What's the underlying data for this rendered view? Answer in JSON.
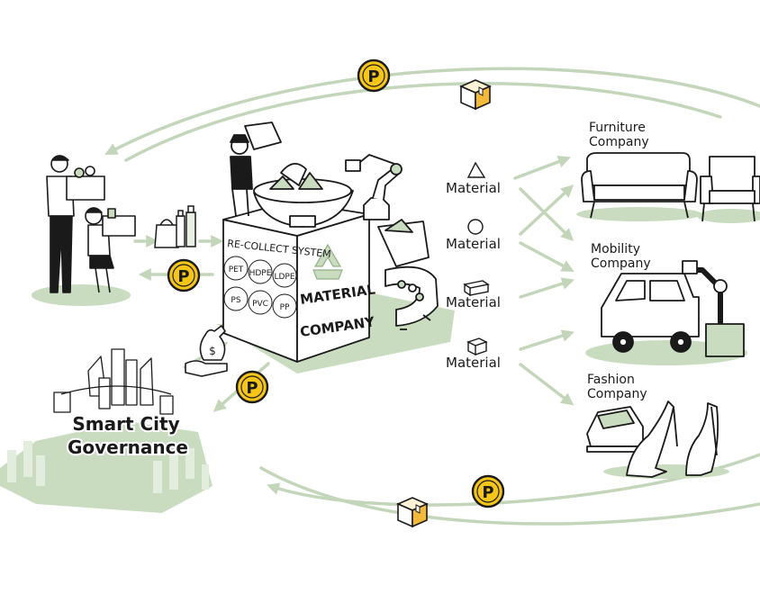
{
  "colors": {
    "accent_green": "#c9dcc0",
    "arrow_green": "#c3d6b9",
    "coin_yellow": "#f5c518",
    "ink": "#1a1a1a",
    "box_orange": "#f2b93b"
  },
  "coin_symbol": "P",
  "material_company": {
    "sign_header": "RE-COLLECT SYSTEM",
    "plastics": [
      "PET",
      "HDPE",
      "LDPE",
      "PS",
      "PVC",
      "PP"
    ],
    "name_line1": "MATERIAL",
    "name_line2": "COMPANY"
  },
  "materials": [
    "Material",
    "Material",
    "Material",
    "Material"
  ],
  "companies": {
    "furniture_line1": "Furniture",
    "furniture_line2": "Company",
    "mobility_line1": "Mobility",
    "mobility_line2": "Company",
    "fashion_line1": "Fashion",
    "fashion_line2": "Company"
  },
  "city": {
    "line1": "Smart City",
    "line2": "Governance"
  },
  "icons": [
    "coin-icon",
    "parcel-box-icon",
    "recycle-icon",
    "money-bag-icon",
    "robot-arm-icon"
  ]
}
